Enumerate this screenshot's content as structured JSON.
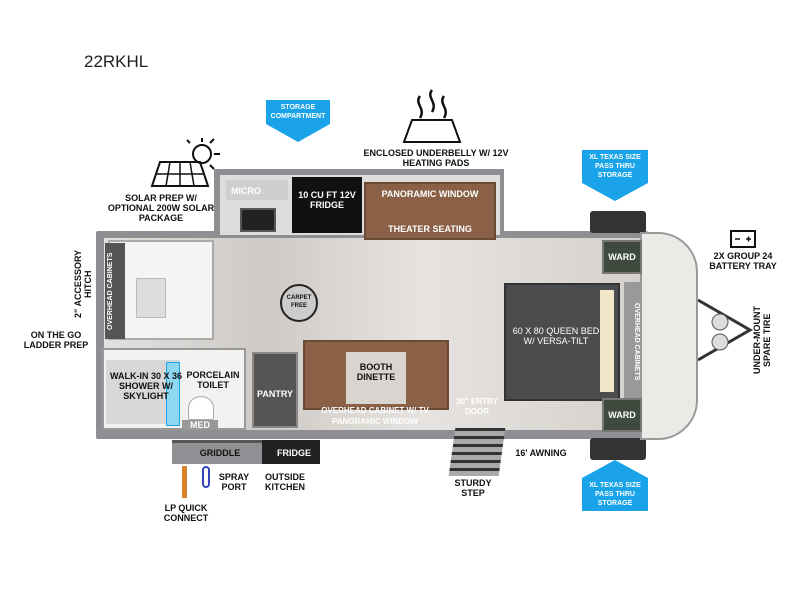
{
  "title": "22RKHL",
  "callouts": {
    "storage_compartment": "STORAGE COMPARTMENT",
    "underbelly": "ENCLOSED UNDERBELLY W/ 12V HEATING PADS",
    "solar": "SOLAR PREP W/ OPTIONAL 200W SOLAR PACKAGE",
    "pass_thru_top": "XL TEXAS SIZE PASS THRU STORAGE",
    "pass_thru_bottom": "XL TEXAS SIZE PASS THRU STORAGE",
    "battery": "2X GROUP 24 BATTERY TRAY",
    "spare_tire": "UNDER-MOUNT SPARE TIRE",
    "hitch": "2\" ACCESSORY HITCH",
    "ladder": "ON THE GO LADDER PREP",
    "lp": "LP QUICK CONNECT",
    "spray": "SPRAY PORT",
    "outside_kitchen": "OUTSIDE KITCHEN",
    "step": "STURDY STEP",
    "awning": "16' AWNING"
  },
  "rooms": {
    "micro": "MICRO",
    "fridge": "10 CU FT 12V FRIDGE",
    "panoramic_top": "PANORAMIC WINDOW",
    "theater": "THEATER SEATING",
    "overhead_rear": "OVERHEAD CABINETS",
    "carpet_free": "CARPET FREE",
    "shower": "WALK-IN 30 X 36 SHOWER W/ SKYLIGHT",
    "toilet": "PORCELAIN TOILET",
    "med": "MED",
    "pantry": "PANTRY",
    "dinette": "BOOTH DINETTE",
    "overhead_tv": "OVERHEAD CABINET W/ TV PANORAMIC WINDOW",
    "entry": "30\" ENTRY DOOR",
    "bed": "60 X 80 QUEEN BED W/ VERSA-TILT",
    "overhead_front": "OVERHEAD CABINETS",
    "ward_top": "WARD",
    "ward_bottom": "WARD",
    "griddle": "GRIDDLE",
    "outside_fridge": "FRIDGE"
  },
  "colors": {
    "accent": "#1aa3e8",
    "wood": "#8a6146"
  }
}
